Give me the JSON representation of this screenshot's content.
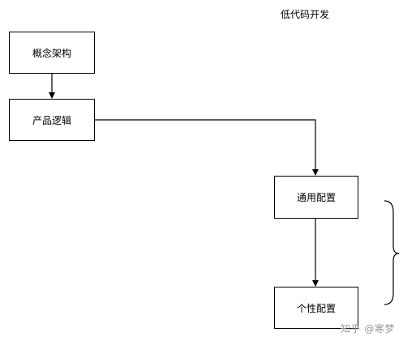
{
  "diagram": {
    "title": "低代码开发",
    "nodes": [
      {
        "id": "concept",
        "label": "概念架构"
      },
      {
        "id": "product",
        "label": "产品逻辑"
      },
      {
        "id": "common",
        "label": "通用配置"
      },
      {
        "id": "custom",
        "label": "个性配置"
      }
    ],
    "edges": [
      {
        "from": "concept",
        "to": "product"
      },
      {
        "from": "product",
        "to": "common"
      },
      {
        "from": "common",
        "to": "custom"
      }
    ]
  },
  "watermark": {
    "text": "知乎 @寒梦"
  },
  "colors": {
    "line": "#000000",
    "watermark": "#9a9a9a"
  }
}
